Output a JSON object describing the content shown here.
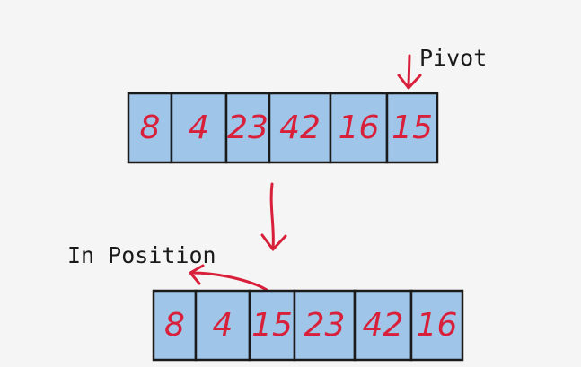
{
  "labels": {
    "pivot": "Pivot",
    "in_position": "In Position"
  },
  "arrays": {
    "before": [
      "8",
      "4",
      "23",
      "42",
      "16",
      "15"
    ],
    "after": [
      "8",
      "4",
      "15",
      "23",
      "42",
      "16"
    ]
  },
  "colors": {
    "cell_fill": "#9fc5e8",
    "cell_border": "#1a1a1a",
    "annotation": "#d8203a",
    "background": "#f5f5f5"
  }
}
